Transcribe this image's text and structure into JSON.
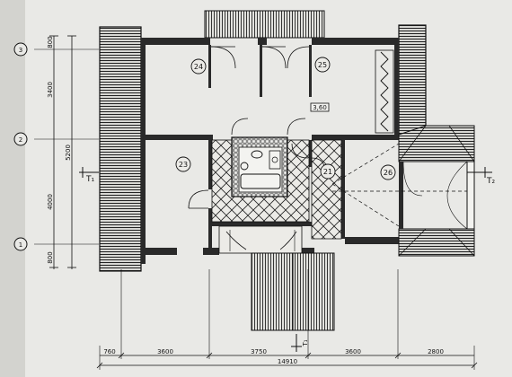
{
  "rooms": [
    {
      "id": "room-24",
      "label": "24"
    },
    {
      "id": "room-25",
      "label": "25"
    },
    {
      "id": "room-23",
      "label": "23"
    },
    {
      "id": "room-21",
      "label": "21"
    },
    {
      "id": "room-26",
      "label": "26"
    }
  ],
  "axes": {
    "gridlines": [
      "3",
      "2",
      "1"
    ],
    "vertical_dims": [
      "800",
      "3400",
      "5200",
      "4000",
      "800"
    ]
  },
  "horizontal_dims": {
    "segments": [
      "760",
      "3600",
      "3750",
      "3600",
      "2800"
    ],
    "total": "14910"
  },
  "annotations": {
    "height_mark": "3,60",
    "section_left": "T₁",
    "section_right": "T₂",
    "section_bottom": "T₁"
  }
}
